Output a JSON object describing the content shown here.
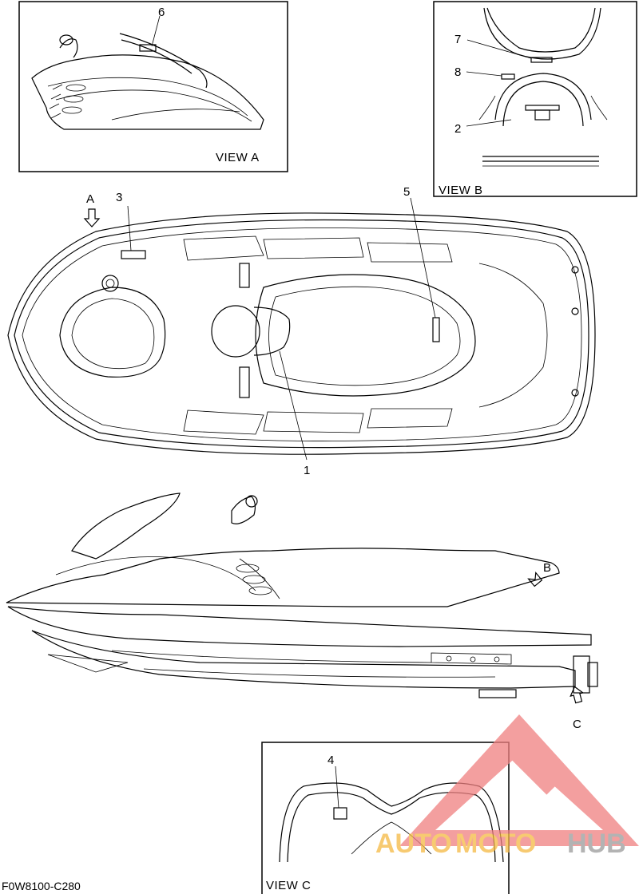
{
  "callouts": [
    "1",
    "2",
    "3",
    "4",
    "5",
    "6",
    "7",
    "8"
  ],
  "view_refs": {
    "a": "A",
    "b": "B",
    "c": "C"
  },
  "views": {
    "a": "VIEW A",
    "b": "VIEW B",
    "c": "VIEW C"
  },
  "drawing_code": "F0W8100-C280",
  "watermark": {
    "part1": "AUTO",
    "part2": "MOTO",
    "part3": "HUB"
  },
  "colors": {
    "watermark_red": "#f08080",
    "watermark_orange": "#f5b942",
    "watermark_gray": "#9a9a9a"
  }
}
